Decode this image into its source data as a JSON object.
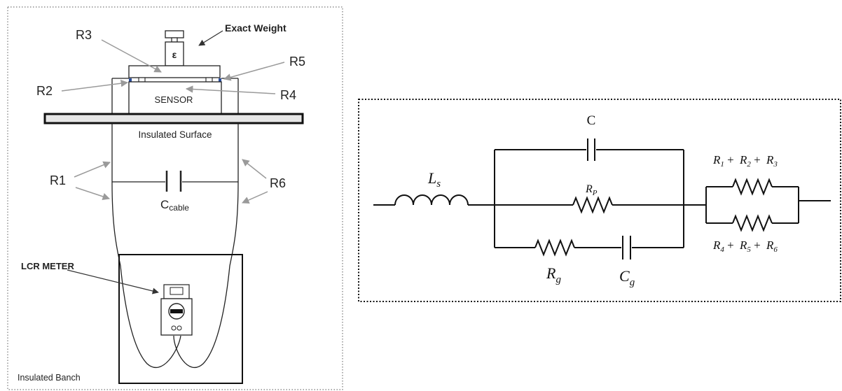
{
  "setup": {
    "exact_weight": "Exact Weight",
    "weight_symbol": "ε",
    "r3": "R3",
    "r5": "R5",
    "r2": "R2",
    "r4": "R4",
    "sensor": "SENSOR",
    "insulated_surface": "Insulated Surface",
    "r1": "R1",
    "r6": "R6",
    "c_main": "C",
    "c_sub": "cable",
    "lcr_meter": "LCR METER",
    "insulated_banch": "Insulated Banch"
  },
  "circuit": {
    "ls_main": "L",
    "ls_sub": "s",
    "c": "C",
    "rp_main": "R",
    "rp_sub": "P",
    "rg_main": "R",
    "rg_sub": "g",
    "cg_main": "C",
    "cg_sub": "g",
    "top_sum": [
      "1",
      "2",
      "3"
    ],
    "bottom_sum": [
      "4",
      "5",
      "6"
    ],
    "r_symbol": "R",
    "plus": "+"
  }
}
